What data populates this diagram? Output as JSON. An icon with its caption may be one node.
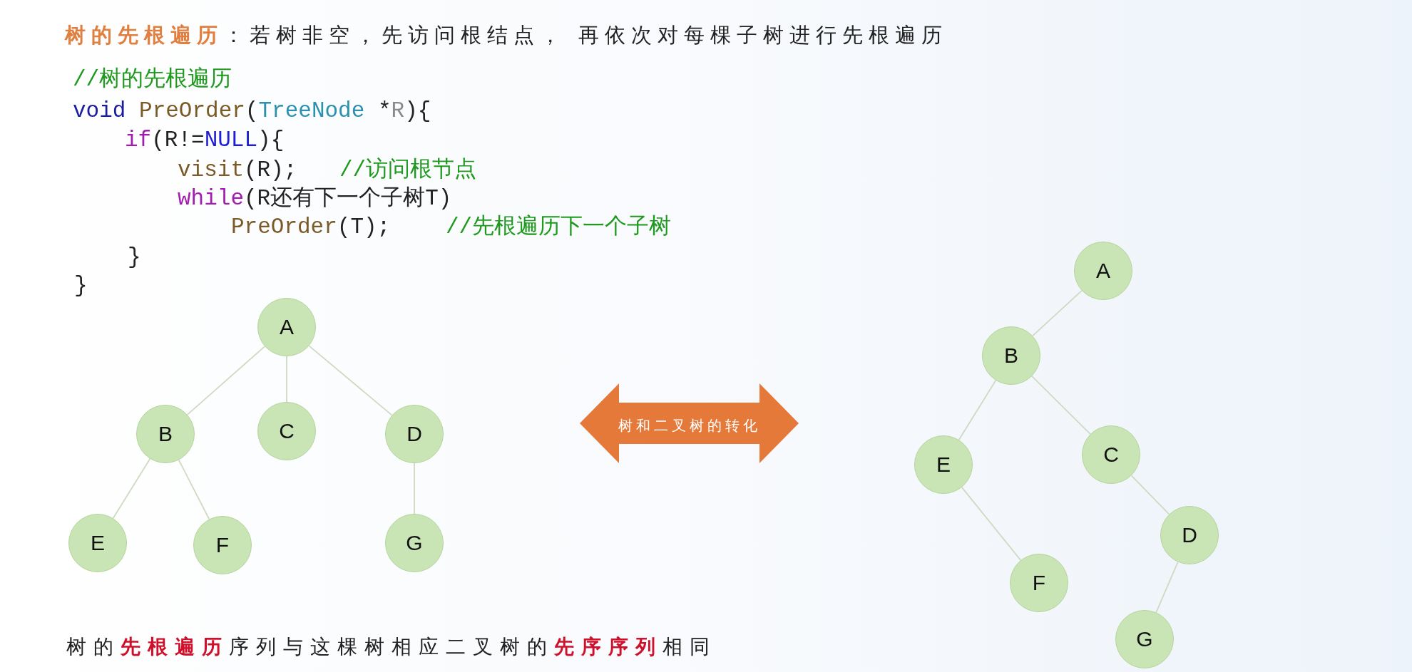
{
  "diagram": {
    "title": "**树的先根遍历**：若树非空，先访问根结点， 再依次对每棵子树进行先根遍历",
    "caption": "树的**先根遍历**序列与这棵树相应二叉树的**先序序列**相同",
    "nodes": [
      {
        "text": [
          "A"
        ]
      },
      {
        "text": [
          "B"
        ]
      },
      {
        "text": [
          "C"
        ]
      },
      {
        "text": [
          "D"
        ]
      },
      {
        "text": [
          "E"
        ]
      },
      {
        "text": [
          "F"
        ]
      },
      {
        "text": [
          "G"
        ]
      },
      {
        "text": [
          "树和二叉树的转化"
        ]
      },
      {
        "text": [
          "A"
        ]
      },
      {
        "text": [
          "B"
        ]
      },
      {
        "text": [
          "C"
        ]
      },
      {
        "text": [
          "D"
        ]
      },
      {
        "text": [
          "E"
        ]
      },
      {
        "text": [
          "F"
        ]
      },
      {
        "text": [
          "G"
        ]
      }
    ],
    "edges": [
      {
        "from": 0,
        "to": 1,
        "arrow": "none"
      },
      {
        "from": 0,
        "to": 2,
        "arrow": "none"
      },
      {
        "from": 0,
        "to": 3,
        "arrow": "none"
      },
      {
        "from": 1,
        "to": 4,
        "arrow": "none"
      },
      {
        "from": 1,
        "to": 5,
        "arrow": "none"
      },
      {
        "from": 3,
        "to": 6,
        "arrow": "none"
      },
      {
        "from": 8,
        "to": 9,
        "arrow": "none"
      },
      {
        "from": 9,
        "to": 12,
        "arrow": "none"
      },
      {
        "from": 9,
        "to": 10,
        "arrow": "none"
      },
      {
        "from": 12,
        "to": 13,
        "arrow": "none"
      },
      {
        "from": 10,
        "to": 11,
        "arrow": "none"
      },
      {
        "from": 11,
        "to": 14,
        "arrow": "none"
      }
    ],
    "labels": [
      "//树的先根遍历",
      "void PreOrder(TreeNode *R){",
      "if(R!=NULL){",
      "visit(R);",
      "//访问根节点",
      "while(R还有下一个子树T)",
      "PreOrder(T);",
      "//先根遍历下一个子树",
      "}",
      "}"
    ]
  }
}
